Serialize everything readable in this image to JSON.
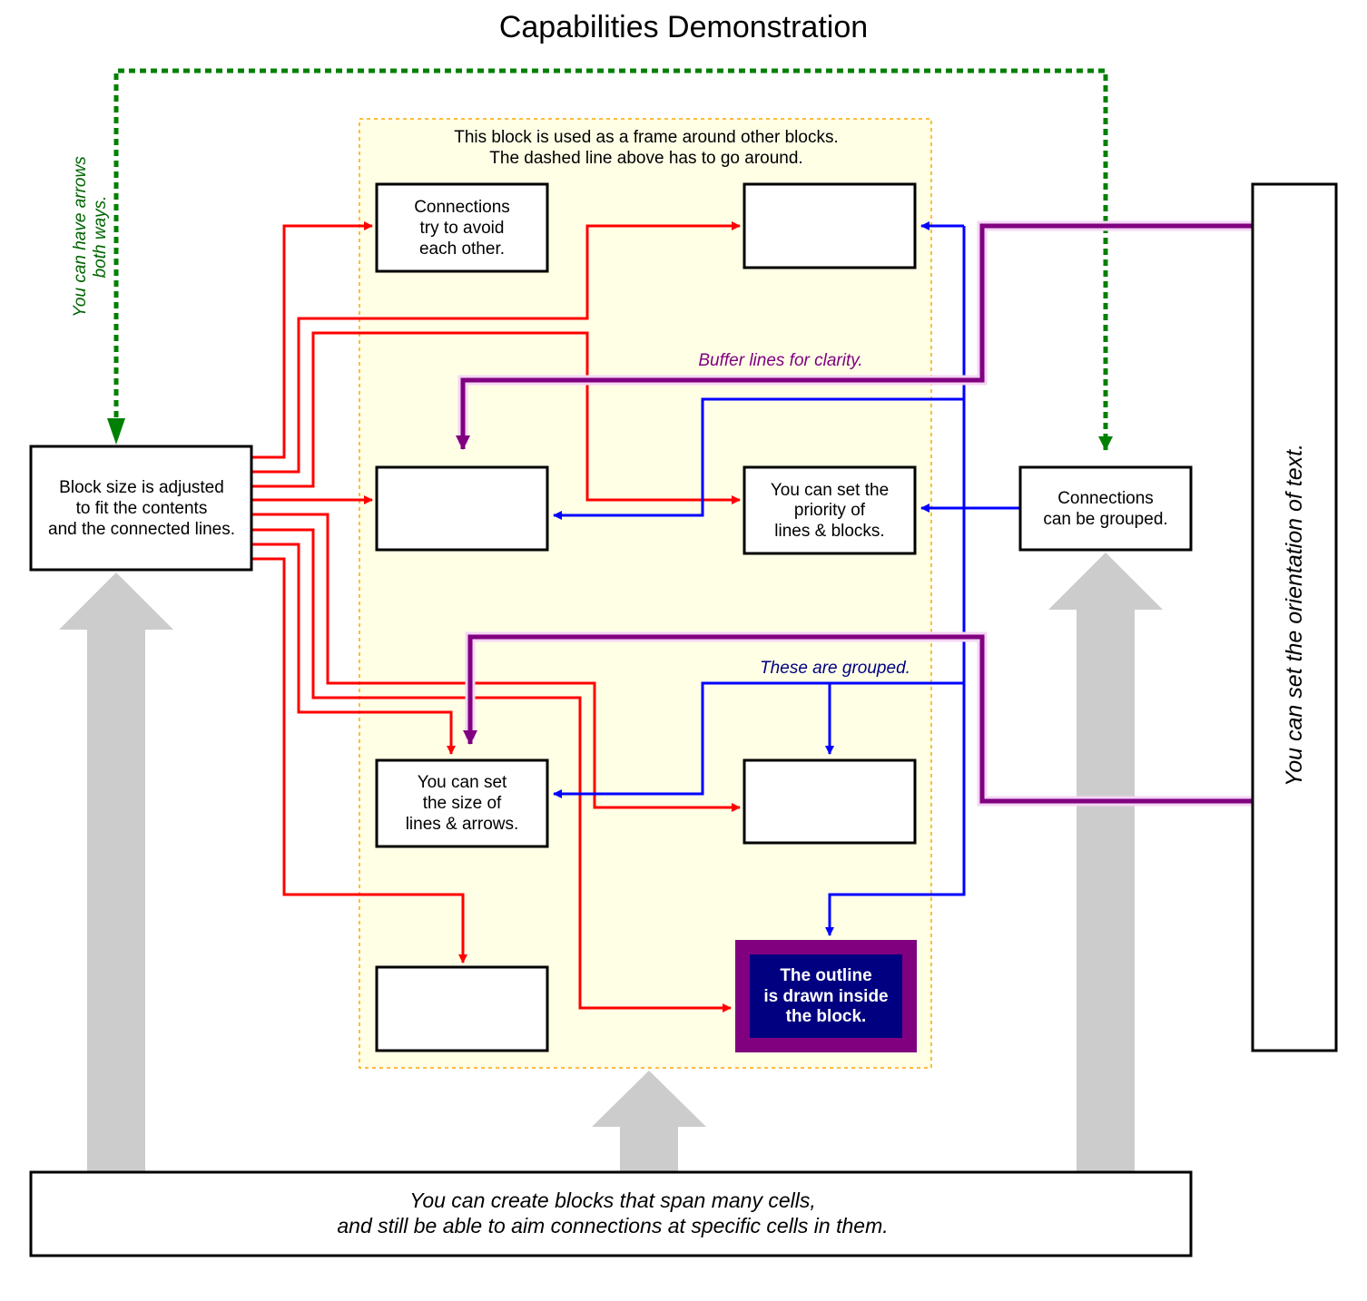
{
  "title": "Capabilities Demonstration",
  "frame": {
    "line1": "This block is used as a frame around other blocks.",
    "line2": "The dashed line above has to go around."
  },
  "blocks": {
    "avoid": [
      "Connections",
      "try to avoid",
      "each other."
    ],
    "adjusted": [
      "Block size is adjusted",
      "to fit the contents",
      "and the connected lines."
    ],
    "priority": [
      "You can set the",
      "priority of",
      "lines & blocks."
    ],
    "grouped": [
      "Connections",
      "can be grouped."
    ],
    "size": [
      "You can set",
      "the size of",
      "lines & arrows."
    ],
    "outline": [
      "The outline",
      "is drawn inside",
      "the block."
    ],
    "orientation": "You can set the orientation of text.",
    "span": [
      "You can create blocks that span many cells,",
      "and still be able to aim connections at specific cells in them."
    ]
  },
  "notes": {
    "arrows_both": [
      "You can have arrows",
      "both ways."
    ],
    "buffer": "Buffer lines for clarity.",
    "grouped_note": "These are grouped."
  },
  "colors": {
    "red": "#ff0000",
    "blue": "#0000ff",
    "purple": "#800080",
    "green": "#008000",
    "navy": "#000080",
    "frame_fill": "#ffffe6",
    "frame_border": "#ffa500",
    "gray_arrow": "#cccccc"
  }
}
